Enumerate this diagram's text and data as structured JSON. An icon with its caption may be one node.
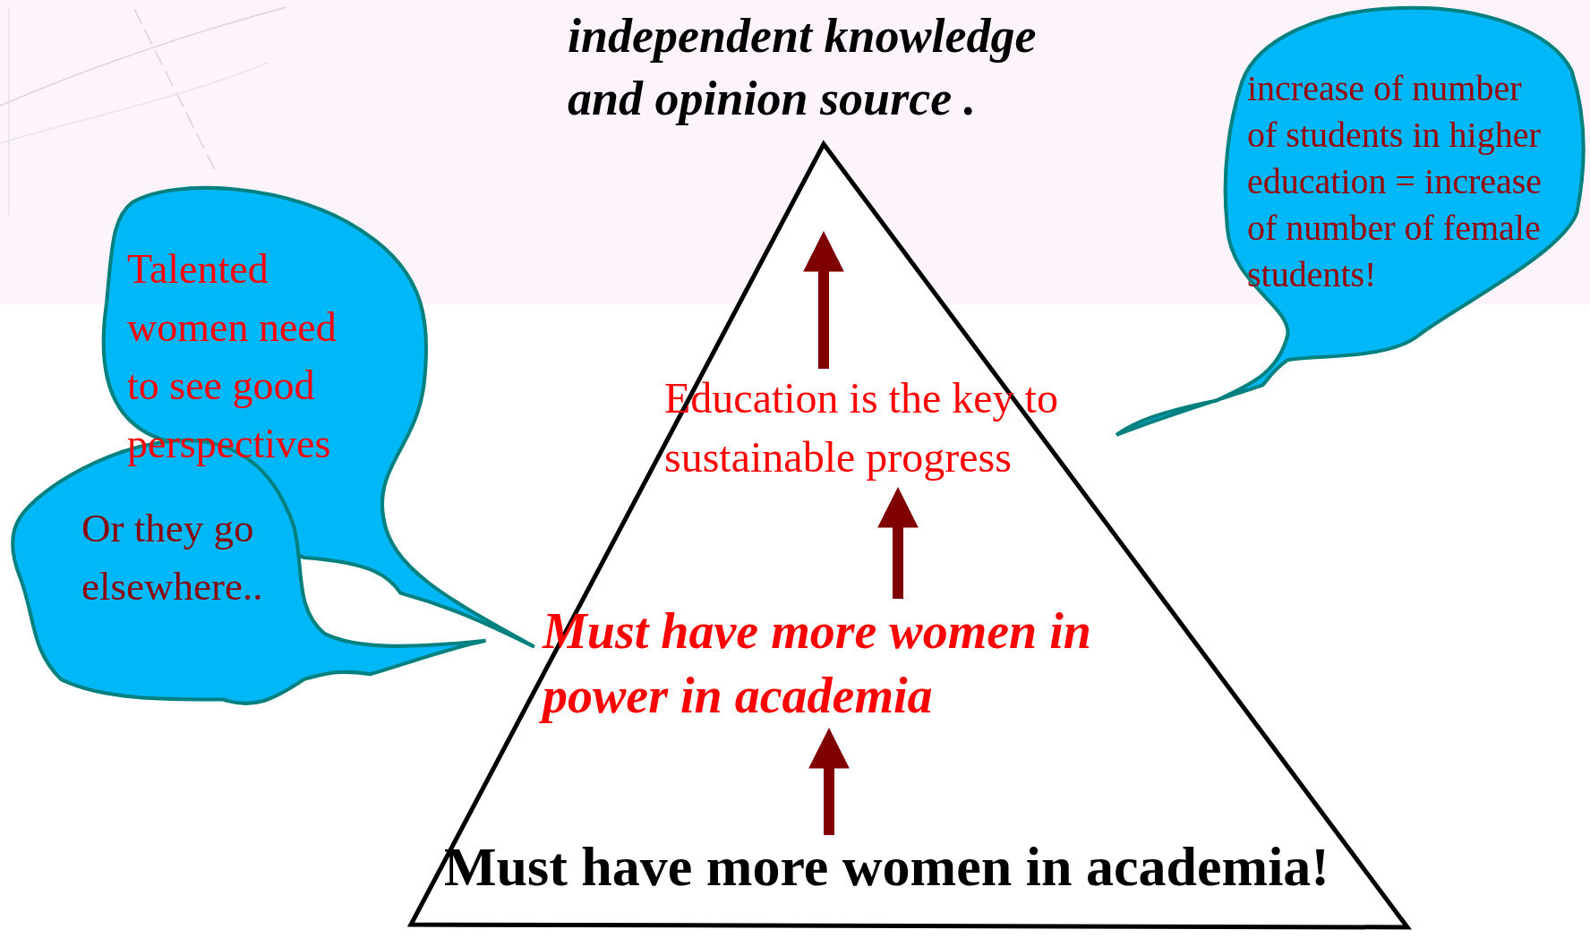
{
  "diagram": {
    "nodes": [
      {
        "text": [
          "independent knowledge and opinion source ."
        ]
      },
      {
        "text": [],
        "shape": "triangle"
      },
      {
        "text": [
          "Education is the key to sustainable progress"
        ],
        "in": 1
      },
      {
        "text": [
          "Must have more women in power in academia"
        ],
        "in": 1
      },
      {
        "text": [
          "Must have more women in academia!"
        ],
        "in": 1
      },
      {
        "text": [
          "Talented women need to see good perspectives"
        ]
      },
      {
        "text": [
          "Or they go elsewhere.."
        ]
      },
      {
        "text": [
          "increase of number of students in higher education = increase of number of female students!"
        ]
      }
    ],
    "edges": [
      {
        "from": 4,
        "to": 3,
        "arrow": "to"
      },
      {
        "from": 3,
        "to": 2,
        "arrow": "to"
      },
      {
        "from": 2,
        "to": null,
        "arrow": "to"
      }
    ]
  }
}
